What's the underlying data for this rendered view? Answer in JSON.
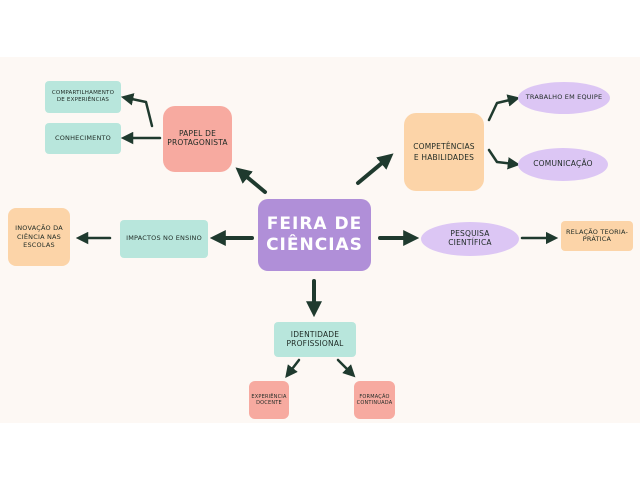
{
  "center": "FEIRA DE CIÊNCIAS",
  "nodes": {
    "papel": "PAPEL DE PROTAGONISTA",
    "compartilhamento": "COMPARTILHAMENTO DE EXPERIÊNCIAS",
    "conhecimento": "CONHECIMENTO",
    "competencias": "COMPETÊNCIAS E HABILIDADES",
    "trabalho": "TRABALHO EM EQUIPE",
    "comunicacao": "COMUNICAÇÃO",
    "impactos": "IMPACTOS NO ENSINO",
    "inovacao": "INOVAÇÃO DA CIÊNCIA NAS ESCOLAS",
    "pesquisa": "PESQUISA CIENTÍFICA",
    "relacao": "RELAÇÃO TEORIA-PRÁTICA",
    "identidade": "IDENTIDADE PROFISSIONAL",
    "experiencia": "EXPERIÊNCIA DOCENTE",
    "formacao": "FORMAÇÃO CONTINUADA"
  },
  "colors": {
    "center": "#b08fd8",
    "teal": "#b8e6dc",
    "pink": "#f7aaa0",
    "peach": "#fcd4a8",
    "lavender": "#dcc6f4",
    "arrow": "#1f3a2e",
    "background": "#fdf8f4"
  }
}
